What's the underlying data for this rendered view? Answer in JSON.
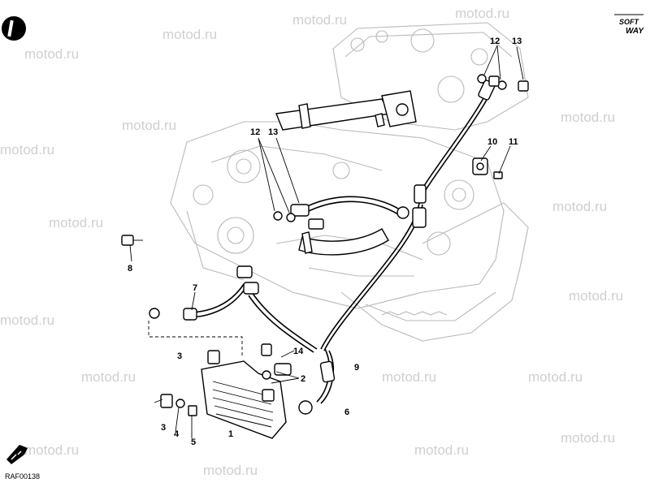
{
  "diagram": {
    "code": "RAF00138",
    "watermark": "motod.ru",
    "brand": {
      "line1": "SOFT",
      "line2": "WAY"
    },
    "part_numbers": {
      "n12a": "12",
      "n13a": "13",
      "n12b": "12",
      "n13b": "13",
      "n10": "10",
      "n11": "11",
      "n8": "8",
      "n7": "7",
      "n3a": "3",
      "n14": "14",
      "n2": "2",
      "n9": "9",
      "n6": "6",
      "n3b": "3",
      "n4": "4",
      "n5": "5",
      "n1": "1"
    }
  }
}
